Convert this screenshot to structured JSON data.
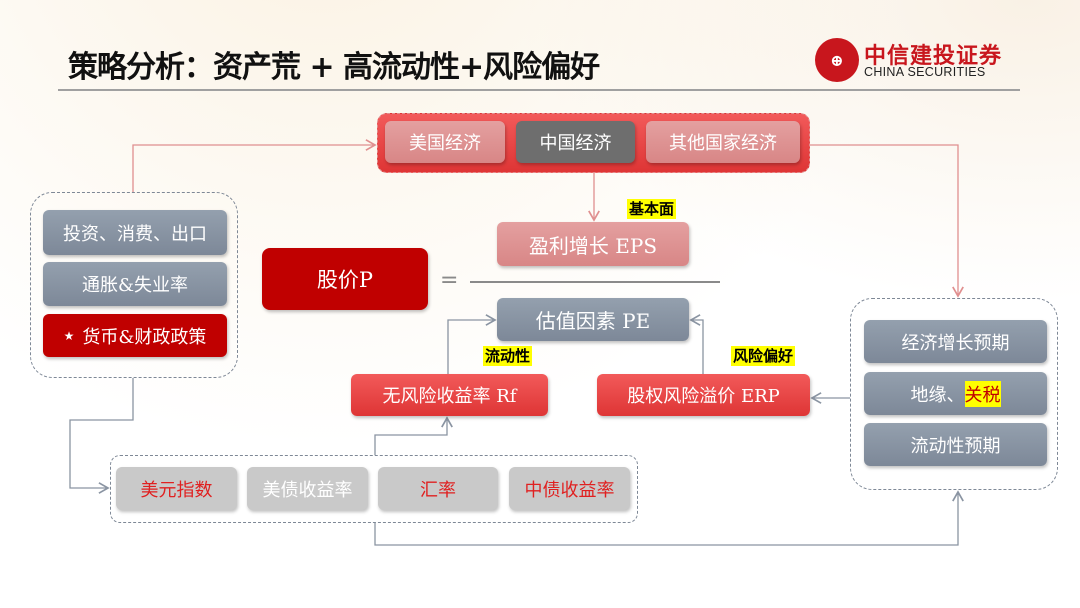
{
  "title": "策略分析：资产荒 + 高流动性+风险偏好",
  "logo": {
    "cn": "中信建投证券",
    "en": "CHINA SECURITIES"
  },
  "top_group": [
    "美国经济",
    "中国经济",
    "其他国家经济"
  ],
  "left_group": [
    "投资、消费、出口",
    "通胀&失业率",
    "货币&财政政策"
  ],
  "star": "★",
  "price": "股价P",
  "equals": "=",
  "eps": "盈利增长 EPS",
  "pe": "估值因素 PE",
  "tags": {
    "fundamental": "基本面",
    "liquidity": "流动性",
    "risk": "风险偏好"
  },
  "rf": "无风险收益率 Rf",
  "erp": "股权风险溢价 ERP",
  "right_group": {
    "item0": "经济增长预期",
    "item1_a": "地缘、",
    "item1_b": "关税",
    "item2": "流动性预期"
  },
  "bottom_group": [
    "美元指数",
    "美债收益率",
    "汇率",
    "中债收益率"
  ],
  "colors": {
    "accent": "#c00000",
    "grey": "#8794a3",
    "highlight": "#ffff00"
  }
}
